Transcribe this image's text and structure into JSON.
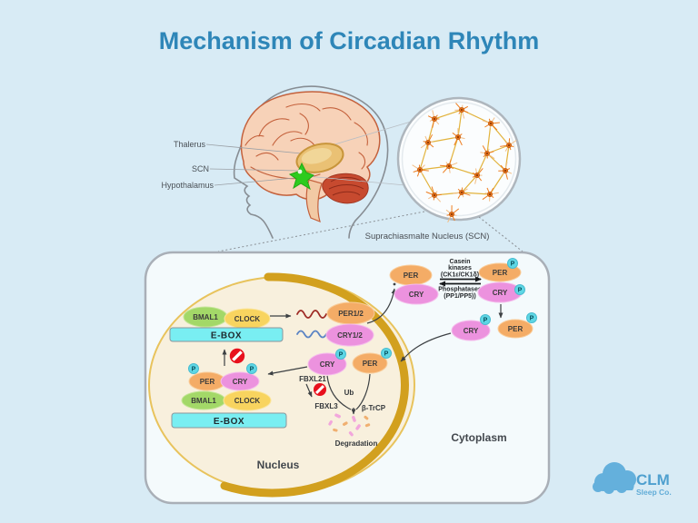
{
  "title": "Mechanism of Circadian Rhythm",
  "colors": {
    "background": "#D8EBF5",
    "title_blue": "#2E86B8",
    "nucleus_gold": "#D2A01E",
    "per_orange": "#F4AC66",
    "cry_pink": "#EC92DE",
    "bmal1_green": "#A3D868",
    "clock_yellow": "#F8D45F",
    "ebox_cyan": "#79EEF2",
    "p_badge_cyan": "#5ED7E5",
    "prohibition_red": "#E8101C"
  },
  "brain": {
    "thalamus_label": "Thalerus",
    "scn_label": "SCN",
    "hypothalamus_label": "Hypothalamus",
    "scn_caption": "Suprachiasmalte Nucleus (SCN)"
  },
  "cell": {
    "nucleus": "Nucleus",
    "cytoplasm": "Cytoplasm",
    "ebox": "E-BOX",
    "bmal1": "BMAL1",
    "clock": "CLOCK",
    "per12": "PER1/2",
    "cry12": "CRY1/2",
    "per": "PER",
    "cry": "CRY",
    "p": "P",
    "casein": [
      "Casein",
      "kinases",
      "(CK1ε/CK1δ)"
    ],
    "phosphatases": [
      "Phosphatases",
      "(PP1/PP5))"
    ],
    "fbxl21": "FBXL21",
    "fbxl3": "FBXL3",
    "ub": "Ub",
    "btrcp": "β-TrCP",
    "degradation": "Degradation"
  },
  "logo": {
    "name": "CLM",
    "subtitle": "Sleep Co."
  }
}
